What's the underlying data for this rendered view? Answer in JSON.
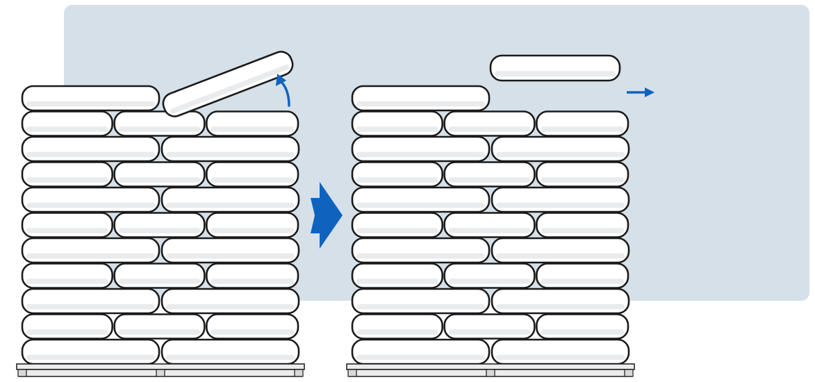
{
  "colors": {
    "panel": "#d6e0e8",
    "accent": "#0f63bf",
    "outline": "#1a1a1a",
    "bag": "#ffffff",
    "bag_shade": "#e9ebed",
    "pallet": "#ececec"
  },
  "stacks": {
    "before": {
      "full_layers": 10,
      "top_layer_bags": 2,
      "bags_being_lifted": 1
    },
    "after": {
      "full_layers": 10,
      "top_layer_bags": 1,
      "bags_removed": 1
    }
  },
  "icons": [
    "curved-lift-arrow-icon",
    "step-arrow-icon",
    "remove-arrow-icon"
  ]
}
